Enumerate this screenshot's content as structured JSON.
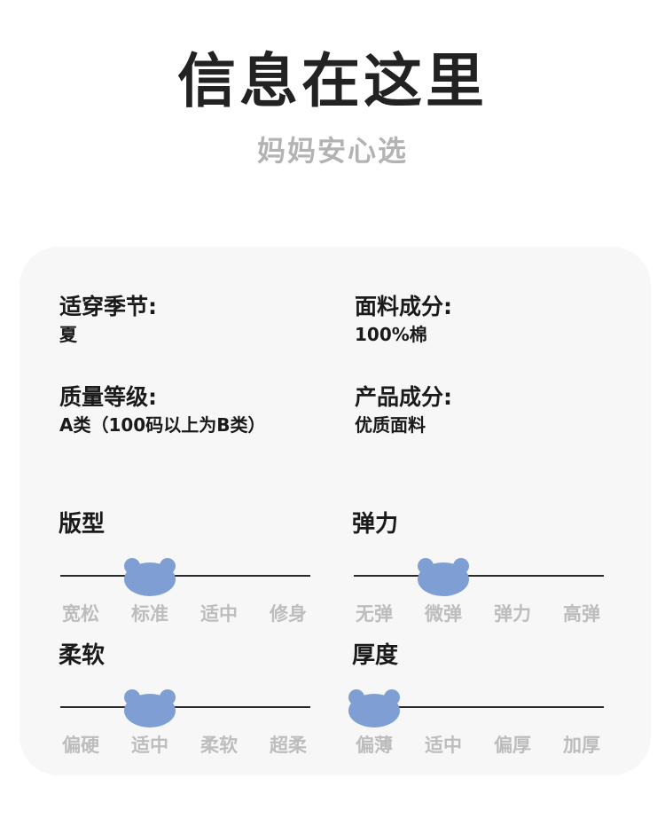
{
  "header": {
    "title": "信息在这里",
    "subtitle": "妈妈安心选"
  },
  "info": {
    "season_label": "适穿季节:",
    "season_value": "夏",
    "fabric_label": "面料成分:",
    "fabric_value": "100%棉",
    "grade_label": "质量等级:",
    "grade_value": "A类（100码以上为B类）",
    "product_label": "产品成分:",
    "product_value": "优质面料"
  },
  "scales": {
    "fit": {
      "title": "版型",
      "options": [
        "宽松",
        "标准",
        "适中",
        "修身"
      ],
      "selected": "标准"
    },
    "elasticity": {
      "title": "弹力",
      "options": [
        "无弹",
        "微弹",
        "弹力",
        "高弹"
      ],
      "selected": "微弹"
    },
    "softness": {
      "title": "柔软",
      "options": [
        "偏硬",
        "适中",
        "柔软",
        "超柔"
      ],
      "selected": "适中"
    },
    "thickness": {
      "title": "厚度",
      "options": [
        "偏薄",
        "适中",
        "偏厚",
        "加厚"
      ],
      "selected": "偏薄"
    }
  },
  "colors": {
    "marker": "#7f9fd4",
    "inactive_option": "#bdbdbd",
    "card_background": "#f7f7f7"
  },
  "icons": {
    "marker": "bear-head-icon"
  }
}
